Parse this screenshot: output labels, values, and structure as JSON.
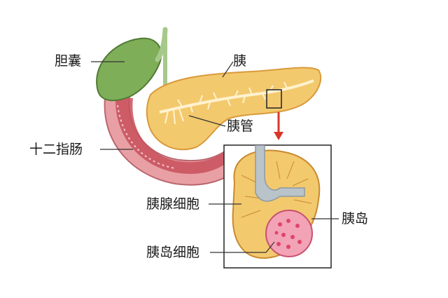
{
  "labels": {
    "gallbladder": "胆囊",
    "pancreas": "胰",
    "pancreatic_duct": "胰管",
    "duodenum": "十二指肠",
    "acinar_cells": "胰腺细胞",
    "islet": "胰岛",
    "islet_cells": "胰岛细胞"
  },
  "colors": {
    "pancreas_fill": "#f3c96e",
    "pancreas_outline": "#d99a3a",
    "duct": "#fff2cf",
    "duodenum_outer": "#e9a0a5",
    "duodenum_inner": "#c8505c",
    "gallbladder": "#7fae58",
    "arrow": "#d9362b",
    "islet": "#f06a8c",
    "zoom_box": "#222222"
  }
}
